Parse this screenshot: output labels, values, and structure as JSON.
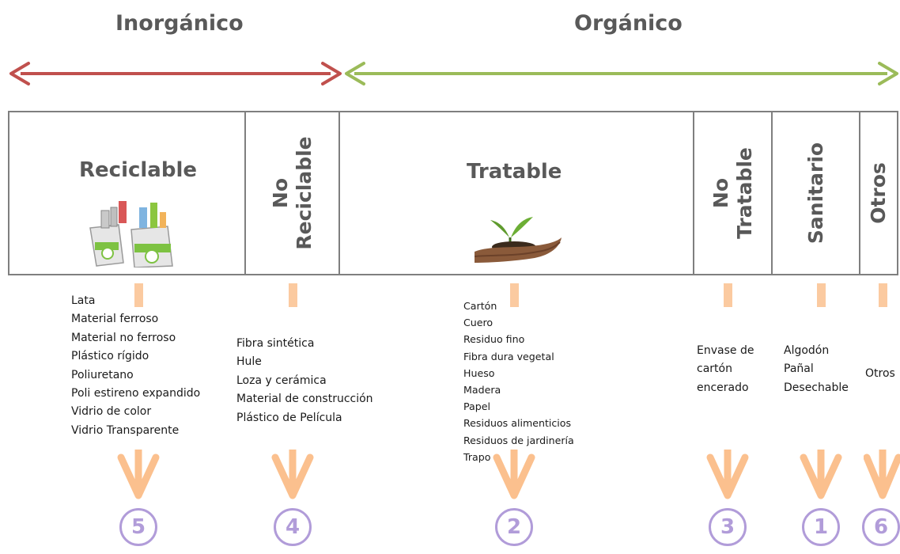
{
  "headers": {
    "inorganic": "Inorgánico",
    "organic": "Orgánico"
  },
  "categories": [
    {
      "key": "reciclable",
      "title": "Reciclable",
      "items": [
        "Lata",
        "Material ferroso",
        "Material no ferroso",
        "Plástico rígido",
        "Poliuretano",
        "Poli estireno expandido",
        "Vidrio de color",
        "Vidrio Transparente"
      ],
      "rank": "5"
    },
    {
      "key": "no-reciclable",
      "title_line1": "No",
      "title_line2": "Reciclable",
      "items": [
        "Fibra sintética",
        "Hule",
        "Loza y cerámica",
        "Material de construcción",
        "Plástico de Película"
      ],
      "rank": "4"
    },
    {
      "key": "tratable",
      "title": "Tratable",
      "items": [
        "Cartón",
        "Cuero",
        "Residuo fino",
        "Fibra dura vegetal",
        "Hueso",
        "Madera",
        "Papel",
        "Residuos alimenticios",
        "Residuos de jardinería",
        "Trapo"
      ],
      "rank": "2"
    },
    {
      "key": "no-tratable",
      "title_line1": "No",
      "title_line2": "Tratable",
      "items": [
        "Envase de",
        "cartón",
        "encerado"
      ],
      "rank": "3"
    },
    {
      "key": "sanitario",
      "title": "Sanitario",
      "items": [
        "Algodón",
        "Pañal",
        "Desechable"
      ],
      "rank": "1"
    },
    {
      "key": "otros",
      "title": "Otros",
      "items": [
        "Otros"
      ],
      "rank": "6"
    }
  ],
  "colors": {
    "inorganic_arrow": "#c0504d",
    "organic_arrow": "#9bbb59",
    "down_arrow": "#fbc08e",
    "circle": "#b19cd9",
    "text": "#595959"
  }
}
